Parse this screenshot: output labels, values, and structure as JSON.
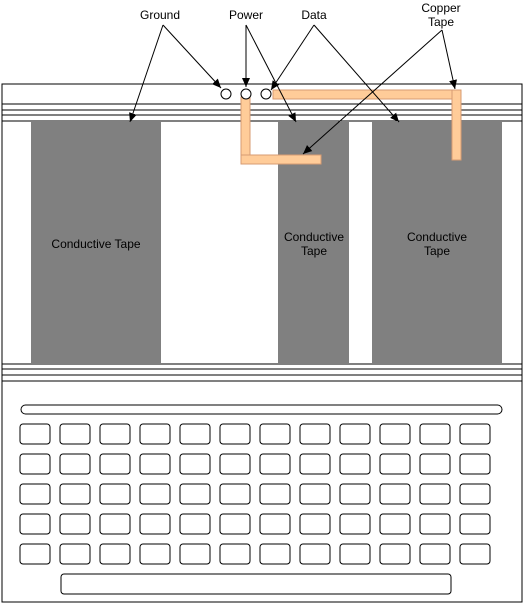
{
  "callouts": {
    "ground": "Ground",
    "power": "Power",
    "data": "Data",
    "copper_line1": "Copper",
    "copper_line2": "Tape"
  },
  "panels": {
    "left": {
      "line1": "Conductive Tape"
    },
    "middle": {
      "line1": "Conductive",
      "line2": "Tape"
    },
    "right": {
      "line1": "Conductive",
      "line2": "Tape"
    }
  },
  "keyboard": {
    "rows": 5,
    "keys_per_row": 12
  },
  "colors": {
    "conductive_tape": "#808080",
    "copper_tape_fill": "#FFCC99",
    "copper_tape_stroke": "#D79B72",
    "outline": "#000000",
    "background": "#FFFFFF"
  }
}
